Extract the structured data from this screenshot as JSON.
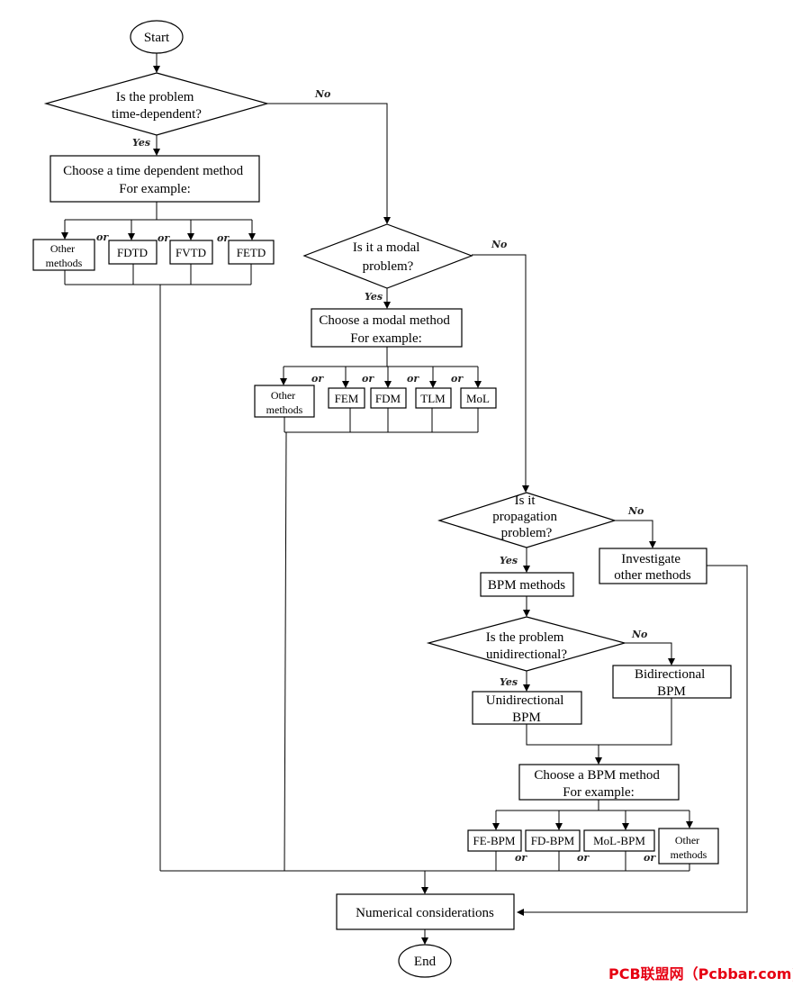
{
  "nodes": {
    "start": "Start",
    "q_time": [
      "Is the problem",
      "time-dependent?"
    ],
    "time_method": [
      "Choose a time dependent method",
      "For example:"
    ],
    "t_other": [
      "Other",
      "methods"
    ],
    "t_fdtd": "FDTD",
    "t_fvtd": "FVTD",
    "t_fetd": "FETD",
    "q_modal": [
      "Is it a modal",
      "problem?"
    ],
    "modal_method": [
      "Choose a modal method",
      "For example:"
    ],
    "m_other": [
      "Other",
      "methods"
    ],
    "m_fem": "FEM",
    "m_fdm": "FDM",
    "m_tlm": "TLM",
    "m_mol": "MoL",
    "q_prop": [
      "Is it",
      "propagation",
      "problem?"
    ],
    "investigate": [
      "Investigate",
      "other methods"
    ],
    "bpm_methods": "BPM methods",
    "q_unidir": [
      "Is the problem",
      "unidirectional?"
    ],
    "bidirectional": [
      "Bidirectional",
      "BPM"
    ],
    "unidirectional": [
      "Unidirectional",
      "BPM"
    ],
    "bpm_method": [
      "Choose a BPM method",
      "For example:"
    ],
    "b_febpm": "FE-BPM",
    "b_fdbpm": "FD-BPM",
    "b_molbpm": "MoL-BPM",
    "b_other": [
      "Other",
      "methods"
    ],
    "numerical": "Numerical considerations",
    "end": "End"
  },
  "edge_labels": {
    "yes": "Yes",
    "no": "No",
    "or": "or"
  },
  "watermark": "PCB联盟网（Pcbbar.com)",
  "colors": {
    "line": "#000000",
    "watermark": "#e60012"
  }
}
